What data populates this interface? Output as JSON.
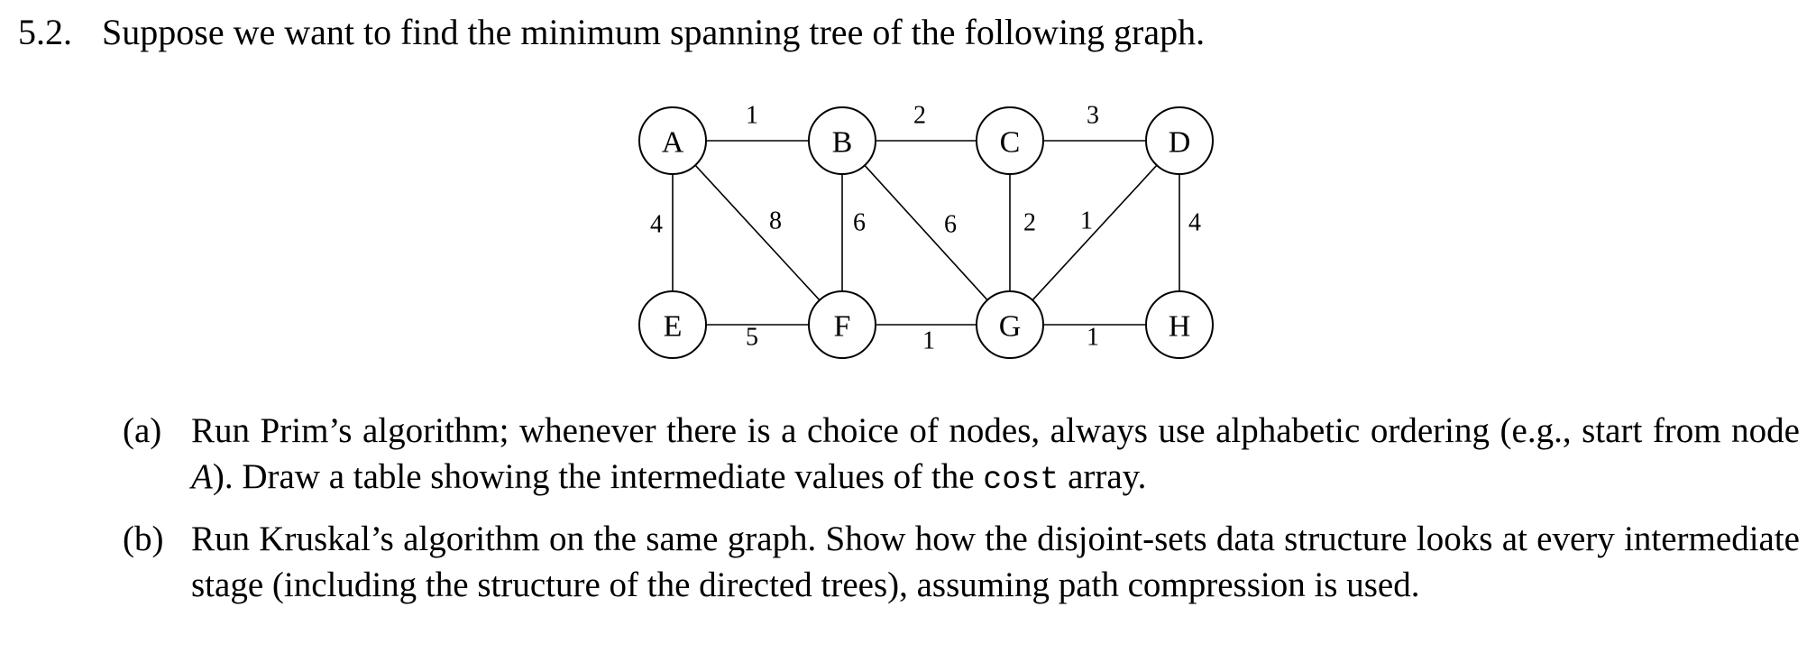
{
  "problem": {
    "number": "5.2.",
    "statement": "Suppose we want to find the minimum spanning tree of the following graph."
  },
  "graph": {
    "nodes": [
      {
        "id": "A",
        "label": "A"
      },
      {
        "id": "B",
        "label": "B"
      },
      {
        "id": "C",
        "label": "C"
      },
      {
        "id": "D",
        "label": "D"
      },
      {
        "id": "E",
        "label": "E"
      },
      {
        "id": "F",
        "label": "F"
      },
      {
        "id": "G",
        "label": "G"
      },
      {
        "id": "H",
        "label": "H"
      }
    ],
    "edges": [
      {
        "from": "A",
        "to": "B",
        "weight": "1"
      },
      {
        "from": "B",
        "to": "C",
        "weight": "2"
      },
      {
        "from": "C",
        "to": "D",
        "weight": "3"
      },
      {
        "from": "A",
        "to": "E",
        "weight": "4"
      },
      {
        "from": "A",
        "to": "F",
        "weight": "8"
      },
      {
        "from": "B",
        "to": "F",
        "weight": "6"
      },
      {
        "from": "B",
        "to": "G",
        "weight": "6"
      },
      {
        "from": "C",
        "to": "G",
        "weight": "2"
      },
      {
        "from": "G",
        "to": "D",
        "weight": "1"
      },
      {
        "from": "D",
        "to": "H",
        "weight": "4"
      },
      {
        "from": "E",
        "to": "F",
        "weight": "5"
      },
      {
        "from": "F",
        "to": "G",
        "weight": "1"
      },
      {
        "from": "G",
        "to": "H",
        "weight": "1"
      }
    ]
  },
  "parts": {
    "a": {
      "tag": "(a)",
      "text_1": "Run Prim’s algorithm; whenever there is a choice of nodes, always use alphabetic ordering (e.g., start from node ",
      "node": "A",
      "text_2": "). Draw a table showing the intermediate values of the ",
      "code": "cost",
      "text_3": " array."
    },
    "b": {
      "tag": "(b)",
      "text": "Run Kruskal’s algorithm on the same graph. Show how the disjoint-sets data structure looks at every intermediate stage (including the structure of the directed trees), assuming path compression is used."
    }
  }
}
